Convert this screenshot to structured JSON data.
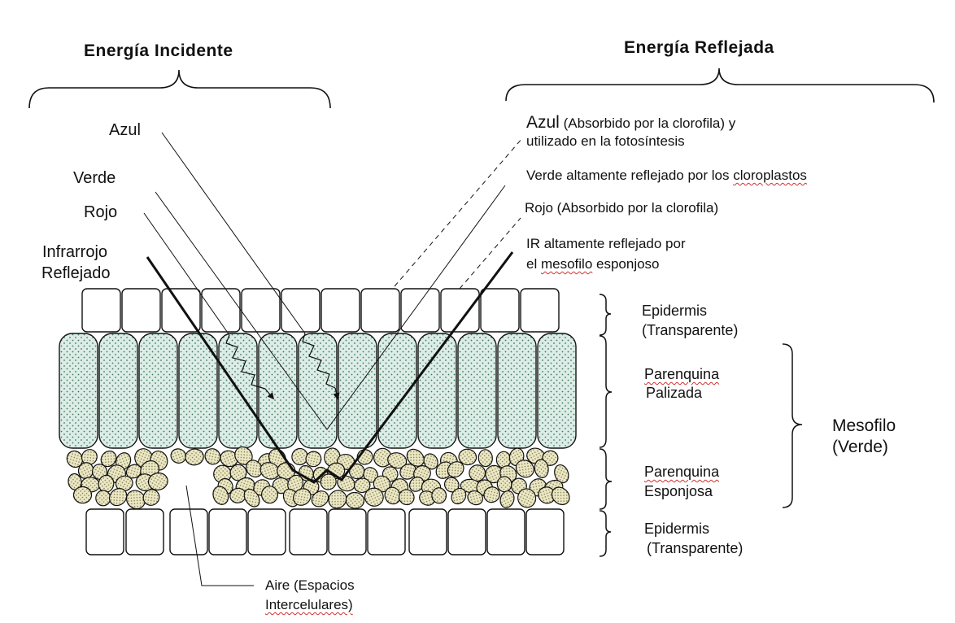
{
  "headings": {
    "incident": "Energía  Incidente",
    "reflected": "Energía  Reflejada"
  },
  "incident_labels": {
    "blue": "Azul",
    "green": "Verde",
    "red": "Rojo",
    "ir_line1": "Infrarrojo",
    "ir_line2": "Reflejado"
  },
  "reflected_labels": {
    "blue_word": "Azul",
    "blue_rest": " (Absorbido por la clorofila) y",
    "blue_line2": "utilizado en la fotosíntesis",
    "green_pre": "Verde altamente reflejado por los ",
    "green_word": "cloroplastos",
    "red": "Rojo (Absorbido por la clorofila)",
    "ir_line1": "IR  altamente reflejado por",
    "ir_pre": "el ",
    "ir_word": "mesofilo",
    "ir_post": " esponjoso"
  },
  "layer_labels": {
    "epidermis_top_1": "Epidermis",
    "epidermis_top_2": "(Transparente)",
    "palisade_word": "Parenquina",
    "palisade_2": "Palizada",
    "spongy_word": "Parenquina",
    "spongy_2": "Esponjosa",
    "epidermis_bottom_1": "Epidermis",
    "epidermis_bottom_2": "(Transparente)",
    "mesophyll_1": "Mesofilo",
    "mesophyll_2": "(Verde)"
  },
  "air_label": {
    "line1": "Aire (Espacios",
    "line2": "Intercelulares)"
  },
  "colors": {
    "palisade_fill": "#dcece6",
    "dot": "#3f7a62",
    "spongy_fill": "#ece8c4",
    "spongy_dot": "#7a7550",
    "ink": "#111111",
    "spell_underline": "#d23030"
  }
}
